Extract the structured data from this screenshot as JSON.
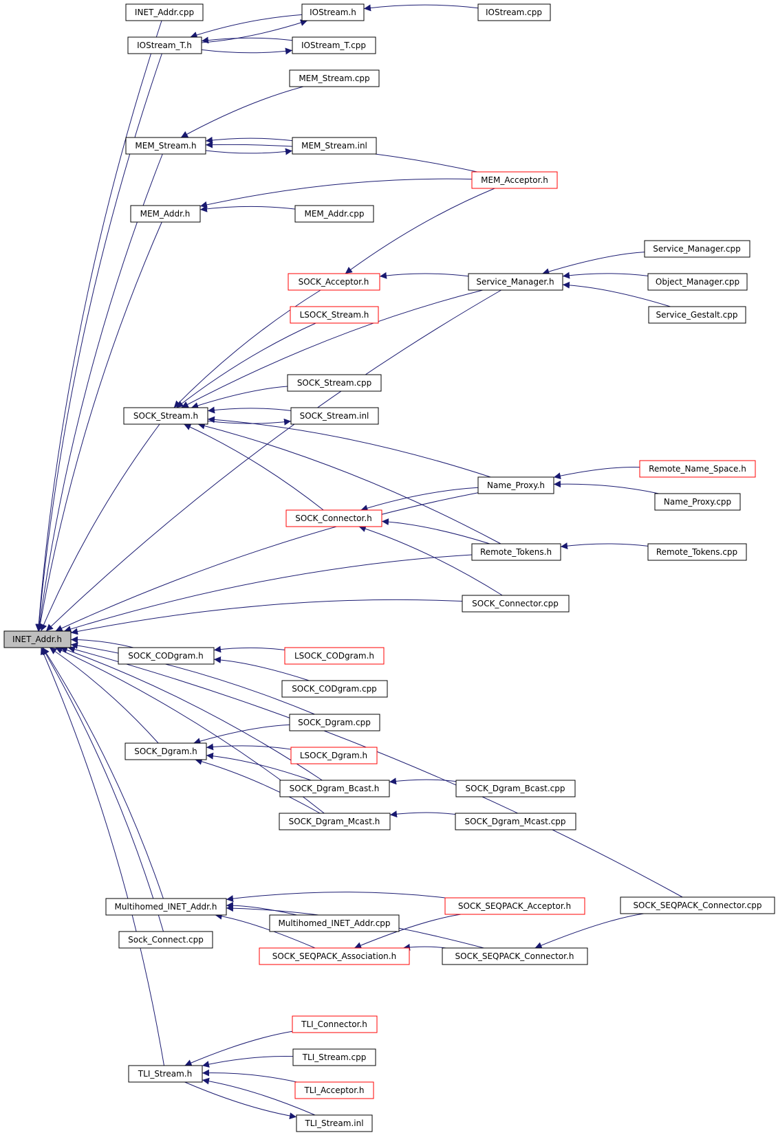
{
  "graph": {
    "title": "",
    "colors": {
      "edge": "#191970",
      "node_border": "#000000",
      "truncated_border": "#ff0000",
      "highlight_fill": "#bfbfbf"
    },
    "nodes": {
      "n_inet_addr_h": {
        "label": "INET_Addr.h"
      },
      "n_inet_addr_cpp": {
        "label": "INET_Addr.cpp"
      },
      "n_iostream_t_h": {
        "label": "IOStream_T.h"
      },
      "n_iostream_h": {
        "label": "IOStream.h"
      },
      "n_iostream_cpp": {
        "label": "IOStream.cpp"
      },
      "n_iostream_t_cpp": {
        "label": "IOStream_T.cpp"
      },
      "n_mem_stream_cpp": {
        "label": "MEM_Stream.cpp"
      },
      "n_mem_stream_h": {
        "label": "MEM_Stream.h"
      },
      "n_mem_stream_inl": {
        "label": "MEM_Stream.inl"
      },
      "n_mem_acceptor_h": {
        "label": "MEM_Acceptor.h"
      },
      "n_mem_addr_h": {
        "label": "MEM_Addr.h"
      },
      "n_mem_addr_cpp": {
        "label": "MEM_Addr.cpp"
      },
      "n_service_manager_cpp": {
        "label": "Service_Manager.cpp"
      },
      "n_sock_acceptor_h": {
        "label": "SOCK_Acceptor.h"
      },
      "n_service_manager_h": {
        "label": "Service_Manager.h"
      },
      "n_object_manager_cpp": {
        "label": "Object_Manager.cpp"
      },
      "n_lsock_stream_h": {
        "label": "LSOCK_Stream.h"
      },
      "n_service_gestalt_cpp": {
        "label": "Service_Gestalt.cpp"
      },
      "n_sock_stream_cpp": {
        "label": "SOCK_Stream.cpp"
      },
      "n_sock_stream_h": {
        "label": "SOCK_Stream.h"
      },
      "n_sock_stream_inl": {
        "label": "SOCK_Stream.inl"
      },
      "n_remote_name_space_h": {
        "label": "Remote_Name_Space.h"
      },
      "n_name_proxy_h": {
        "label": "Name_Proxy.h"
      },
      "n_name_proxy_cpp": {
        "label": "Name_Proxy.cpp"
      },
      "n_sock_connector_h": {
        "label": "SOCK_Connector.h"
      },
      "n_remote_tokens_h": {
        "label": "Remote_Tokens.h"
      },
      "n_remote_tokens_cpp": {
        "label": "Remote_Tokens.cpp"
      },
      "n_sock_connector_cpp": {
        "label": "SOCK_Connector.cpp"
      },
      "n_sock_codgram_h": {
        "label": "SOCK_CODgram.h"
      },
      "n_lsock_codgram_h": {
        "label": "LSOCK_CODgram.h"
      },
      "n_sock_codgram_cpp": {
        "label": "SOCK_CODgram.cpp"
      },
      "n_sock_dgram_cpp": {
        "label": "SOCK_Dgram.cpp"
      },
      "n_sock_dgram_h": {
        "label": "SOCK_Dgram.h"
      },
      "n_lsock_dgram_h": {
        "label": "LSOCK_Dgram.h"
      },
      "n_sock_dgram_bcast_h": {
        "label": "SOCK_Dgram_Bcast.h"
      },
      "n_sock_dgram_bcast_cpp": {
        "label": "SOCK_Dgram_Bcast.cpp"
      },
      "n_sock_dgram_mcast_h": {
        "label": "SOCK_Dgram_Mcast.h"
      },
      "n_sock_dgram_mcast_cpp": {
        "label": "SOCK_Dgram_Mcast.cpp"
      },
      "n_multihomed_inet_addr_h": {
        "label": "Multihomed_INET_Addr.h"
      },
      "n_sock_seqpack_acceptor_h": {
        "label": "SOCK_SEQPACK_Acceptor.h"
      },
      "n_sock_seqpack_connector_cpp": {
        "label": "SOCK_SEQPACK_Connector.cpp"
      },
      "n_multihomed_inet_addr_cpp": {
        "label": "Multihomed_INET_Addr.cpp"
      },
      "n_sock_connect_cpp": {
        "label": "Sock_Connect.cpp"
      },
      "n_sock_seqpack_association_h": {
        "label": "SOCK_SEQPACK_Association.h"
      },
      "n_sock_seqpack_connector_h": {
        "label": "SOCK_SEQPACK_Connector.h"
      },
      "n_tli_connector_h": {
        "label": "TLI_Connector.h"
      },
      "n_tli_stream_cpp": {
        "label": "TLI_Stream.cpp"
      },
      "n_tli_stream_h": {
        "label": "TLI_Stream.h"
      },
      "n_tli_acceptor_h": {
        "label": "TLI_Acceptor.h"
      },
      "n_tli_stream_inl": {
        "label": "TLI_Stream.inl"
      }
    },
    "edges": [
      [
        "n_inet_addr_cpp",
        "n_inet_addr_h"
      ],
      [
        "n_iostream_t_h",
        "n_inet_addr_h"
      ],
      [
        "n_mem_stream_h",
        "n_inet_addr_h"
      ],
      [
        "n_mem_addr_h",
        "n_inet_addr_h"
      ],
      [
        "n_service_manager_h",
        "n_inet_addr_h"
      ],
      [
        "n_sock_stream_h",
        "n_inet_addr_h"
      ],
      [
        "n_name_proxy_h",
        "n_inet_addr_h"
      ],
      [
        "n_remote_tokens_h",
        "n_inet_addr_h"
      ],
      [
        "n_sock_connector_cpp",
        "n_inet_addr_h"
      ],
      [
        "n_sock_codgram_h",
        "n_inet_addr_h"
      ],
      [
        "n_sock_dgram_cpp",
        "n_inet_addr_h"
      ],
      [
        "n_sock_dgram_h",
        "n_inet_addr_h"
      ],
      [
        "n_sock_dgram_bcast_h",
        "n_inet_addr_h"
      ],
      [
        "n_sock_dgram_mcast_h",
        "n_inet_addr_h"
      ],
      [
        "n_sock_seqpack_connector_cpp",
        "n_inet_addr_h"
      ],
      [
        "n_multihomed_inet_addr_h",
        "n_inet_addr_h"
      ],
      [
        "n_sock_connect_cpp",
        "n_inet_addr_h"
      ],
      [
        "n_tli_stream_h",
        "n_inet_addr_h"
      ],
      [
        "n_iostream_h",
        "n_iostream_t_h"
      ],
      [
        "n_iostream_t_h",
        "n_iostream_h"
      ],
      [
        "n_iostream_cpp",
        "n_iostream_h"
      ],
      [
        "n_iostream_t_cpp",
        "n_iostream_t_h"
      ],
      [
        "n_iostream_t_h",
        "n_iostream_t_cpp"
      ],
      [
        "n_mem_stream_cpp",
        "n_mem_stream_h"
      ],
      [
        "n_mem_stream_inl",
        "n_mem_stream_h"
      ],
      [
        "n_mem_stream_h",
        "n_mem_stream_inl"
      ],
      [
        "n_mem_acceptor_h",
        "n_mem_stream_h"
      ],
      [
        "n_mem_acceptor_h",
        "n_mem_addr_h"
      ],
      [
        "n_mem_addr_cpp",
        "n_mem_addr_h"
      ],
      [
        "n_mem_acceptor_h",
        "n_sock_acceptor_h"
      ],
      [
        "n_service_manager_h",
        "n_sock_acceptor_h"
      ],
      [
        "n_service_manager_cpp",
        "n_service_manager_h"
      ],
      [
        "n_object_manager_cpp",
        "n_service_manager_h"
      ],
      [
        "n_service_gestalt_cpp",
        "n_service_manager_h"
      ],
      [
        "n_sock_acceptor_h",
        "n_sock_stream_h"
      ],
      [
        "n_lsock_stream_h",
        "n_sock_stream_h"
      ],
      [
        "n_service_manager_h",
        "n_sock_stream_h"
      ],
      [
        "n_sock_stream_cpp",
        "n_sock_stream_h"
      ],
      [
        "n_sock_stream_inl",
        "n_sock_stream_h"
      ],
      [
        "n_sock_stream_h",
        "n_sock_stream_inl"
      ],
      [
        "n_name_proxy_h",
        "n_sock_stream_h"
      ],
      [
        "n_sock_connector_h",
        "n_sock_stream_h"
      ],
      [
        "n_remote_tokens_h",
        "n_sock_stream_h"
      ],
      [
        "n_remote_name_space_h",
        "n_name_proxy_h"
      ],
      [
        "n_name_proxy_cpp",
        "n_name_proxy_h"
      ],
      [
        "n_name_proxy_h",
        "n_sock_connector_h"
      ],
      [
        "n_remote_tokens_h",
        "n_sock_connector_h"
      ],
      [
        "n_sock_connector_cpp",
        "n_sock_connector_h"
      ],
      [
        "n_remote_tokens_cpp",
        "n_remote_tokens_h"
      ],
      [
        "n_lsock_codgram_h",
        "n_sock_codgram_h"
      ],
      [
        "n_sock_codgram_cpp",
        "n_sock_codgram_h"
      ],
      [
        "n_sock_dgram_cpp",
        "n_sock_dgram_h"
      ],
      [
        "n_lsock_dgram_h",
        "n_sock_dgram_h"
      ],
      [
        "n_sock_dgram_bcast_h",
        "n_sock_dgram_h"
      ],
      [
        "n_sock_dgram_mcast_h",
        "n_sock_dgram_h"
      ],
      [
        "n_sock_dgram_bcast_cpp",
        "n_sock_dgram_bcast_h"
      ],
      [
        "n_sock_dgram_mcast_cpp",
        "n_sock_dgram_mcast_h"
      ],
      [
        "n_sock_seqpack_acceptor_h",
        "n_multihomed_inet_addr_h"
      ],
      [
        "n_multihomed_inet_addr_cpp",
        "n_multihomed_inet_addr_h"
      ],
      [
        "n_sock_seqpack_association_h",
        "n_multihomed_inet_addr_h"
      ],
      [
        "n_sock_seqpack_connector_h",
        "n_multihomed_inet_addr_h"
      ],
      [
        "n_sock_seqpack_acceptor_h",
        "n_sock_seqpack_association_h"
      ],
      [
        "n_sock_seqpack_connector_h",
        "n_sock_seqpack_association_h"
      ],
      [
        "n_sock_seqpack_connector_cpp",
        "n_sock_seqpack_connector_h"
      ],
      [
        "n_tli_connector_h",
        "n_tli_stream_h"
      ],
      [
        "n_tli_stream_cpp",
        "n_tli_stream_h"
      ],
      [
        "n_tli_acceptor_h",
        "n_tli_stream_h"
      ],
      [
        "n_tli_stream_inl",
        "n_tli_stream_h"
      ],
      [
        "n_tli_stream_h",
        "n_tli_stream_inl"
      ]
    ]
  }
}
